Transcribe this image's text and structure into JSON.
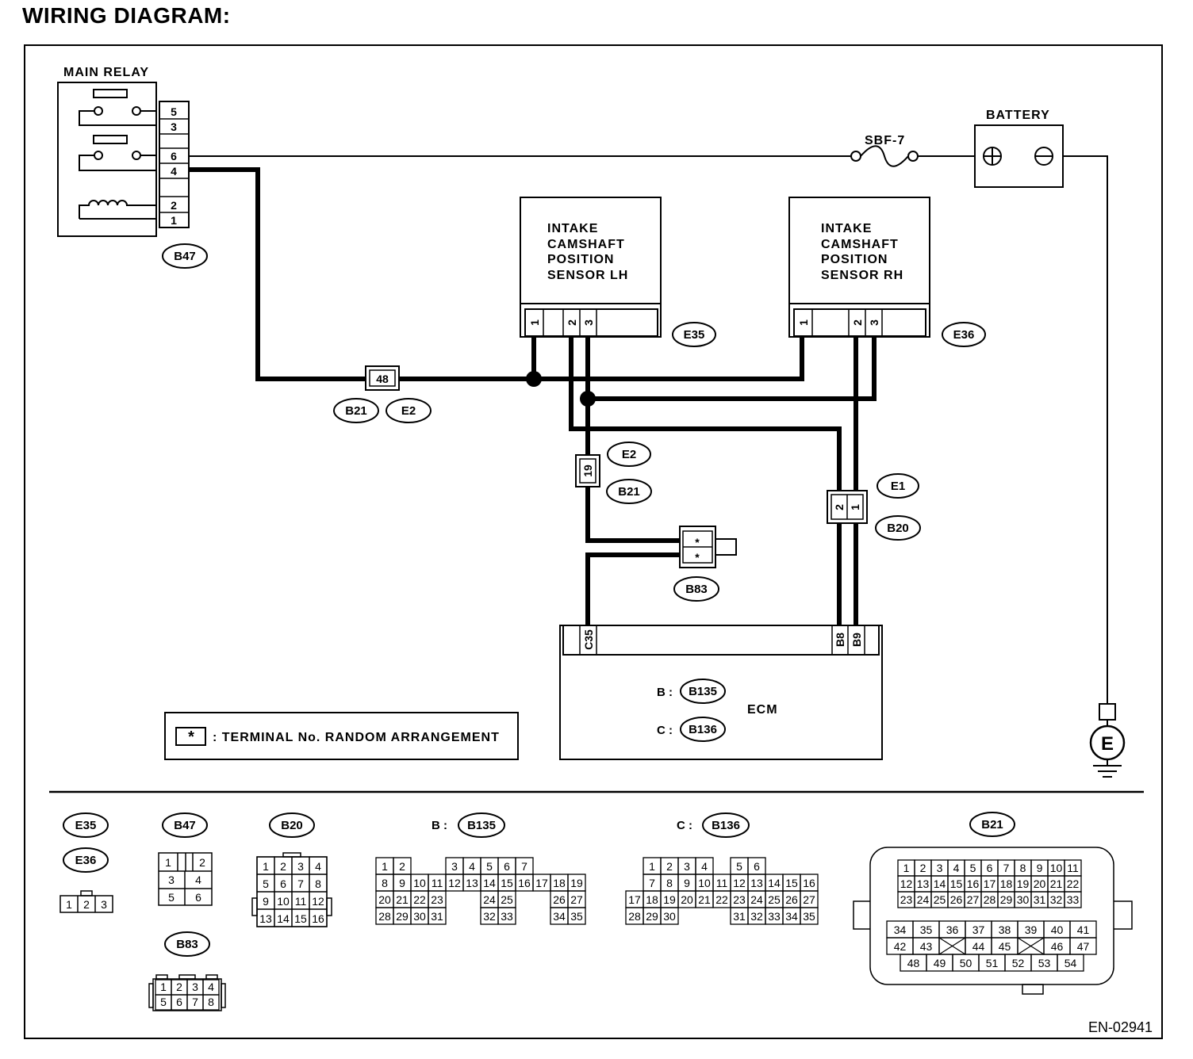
{
  "title": "WIRING DIAGRAM:",
  "figure_id": "EN-02941",
  "components": {
    "main_relay": {
      "label": "MAIN RELAY",
      "connector": "B47",
      "pins": [
        "5",
        "3",
        "6",
        "4",
        "2",
        "1"
      ]
    },
    "battery": {
      "label": "BATTERY"
    },
    "fuse": {
      "label": "SBF-7"
    },
    "sensor_lh": {
      "lines": [
        "INTAKE",
        "CAMSHAFT",
        "POSITION",
        "SENSOR LH"
      ],
      "connector": "E35",
      "pins": [
        "1",
        "2",
        "3"
      ]
    },
    "sensor_rh": {
      "lines": [
        "INTAKE",
        "CAMSHAFT",
        "POSITION",
        "SENSOR RH"
      ],
      "connector": "E36",
      "pins": [
        "1",
        "2",
        "3"
      ]
    },
    "ecm": {
      "label": "ECM",
      "pins": [
        "C35",
        "B8",
        "B9"
      ],
      "conn_b_prefix": "B :",
      "conn_b": "B135",
      "conn_c_prefix": "C :",
      "conn_c": "B136"
    },
    "ground": {
      "label": "E"
    }
  },
  "joints": {
    "j48": {
      "pin": "48",
      "tags": [
        "B21",
        "E2"
      ]
    },
    "j19": {
      "pin": "19",
      "tags": [
        "E2",
        "B21"
      ]
    },
    "j12": {
      "pins": [
        "2",
        "1"
      ],
      "tags": [
        "E1",
        "B20"
      ]
    },
    "b83": {
      "pins": [
        "*",
        "*"
      ],
      "tag": "B83"
    }
  },
  "legend": {
    "symbol": "*",
    "text": ": TERMINAL No. RANDOM ARRANGEMENT"
  },
  "connector_views": {
    "e35": "E35",
    "e36": "E36",
    "e36_pins": [
      "1",
      "2",
      "3"
    ],
    "b47": "B47",
    "b47_pins": [
      "1",
      "",
      "2",
      "3",
      "4",
      "5",
      "6"
    ],
    "b83": "B83",
    "b83_pins": [
      "1",
      "2",
      "3",
      "4",
      "5",
      "6",
      "7",
      "8"
    ],
    "b20": "B20",
    "b20_pins": [
      "1",
      "2",
      "3",
      "4",
      "5",
      "6",
      "7",
      "8",
      "9",
      "10",
      "11",
      "12",
      "13",
      "14",
      "15",
      "16"
    ],
    "b135_prefix": "B :",
    "b135": "B135",
    "b135_rows": [
      [
        "1",
        "2",
        "",
        "",
        "3",
        "4",
        "5",
        "6",
        "7"
      ],
      [
        "8",
        "9",
        "10",
        "11",
        "12",
        "13",
        "14",
        "15",
        "16",
        "17",
        "18",
        "19"
      ],
      [
        "20",
        "21",
        "22",
        "23",
        "",
        "",
        "24",
        "25",
        "",
        "",
        "26",
        "27"
      ],
      [
        "28",
        "29",
        "30",
        "31",
        "",
        "",
        "32",
        "33",
        "",
        "",
        "34",
        "35"
      ]
    ],
    "b136_prefix": "C :",
    "b136": "B136",
    "b136_rows": [
      [
        "",
        "1",
        "2",
        "3",
        "4",
        "",
        "5",
        "6"
      ],
      [
        "",
        "7",
        "8",
        "9",
        "10",
        "11",
        "12",
        "13",
        "14",
        "15",
        "16"
      ],
      [
        "17",
        "18",
        "19",
        "20",
        "21",
        "22",
        "23",
        "24",
        "25",
        "26",
        "27"
      ],
      [
        "28",
        "29",
        "30",
        "",
        "",
        "",
        "31",
        "32",
        "33",
        "34",
        "35"
      ]
    ],
    "b21": "B21",
    "b21_rows": [
      [
        "1",
        "2",
        "3",
        "4",
        "5",
        "6",
        "7",
        "8",
        "9",
        "10",
        "11"
      ],
      [
        "12",
        "13",
        "14",
        "15",
        "16",
        "17",
        "18",
        "19",
        "20",
        "21",
        "22"
      ],
      [
        "23",
        "24",
        "25",
        "26",
        "27",
        "28",
        "29",
        "30",
        "31",
        "32",
        "33"
      ],
      [
        "34",
        "35",
        "36",
        "37",
        "38",
        "39",
        "40",
        "41"
      ],
      [
        "42",
        "43",
        "",
        "44",
        "45",
        "",
        "46",
        "47"
      ],
      [
        "48",
        "49",
        "50",
        "51",
        "52",
        "53",
        "54"
      ]
    ]
  }
}
